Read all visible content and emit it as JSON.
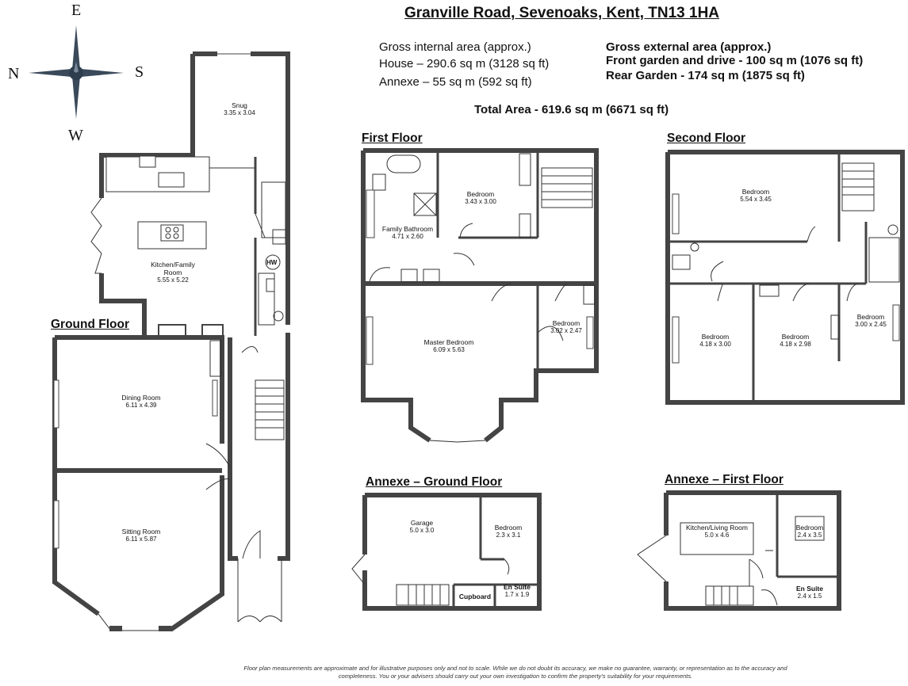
{
  "title": "Granville Road, Sevenoaks, Kent, TN13 1HA",
  "compass": {
    "top": "E",
    "left": "N",
    "right": "S",
    "bottom": "W"
  },
  "areas": {
    "gross_internal": "Gross internal area (approx.)",
    "house": "House – 290.6 sq m (3128 sq ft)",
    "annexe": "Annexe – 55 sq m (592 sq ft)",
    "gross_external": "Gross external area (approx.)",
    "front_garden": "Front garden and drive - 100 sq m (1076 sq ft)",
    "rear_garden": "Rear Garden - 174 sq m (1875 sq ft)",
    "total": "Total Area - 619.6 sq m (6671 sq ft)"
  },
  "floors": {
    "ground": "Ground Floor",
    "first": "First Floor",
    "second": "Second Floor",
    "annexe_ground": "Annexe – Ground Floor",
    "annexe_first": "Annexe – First Floor"
  },
  "rooms": {
    "snug": {
      "name": "Snug",
      "dims": "3.35 x 3.04"
    },
    "kitchen": {
      "name": "Kitchen/Family",
      "name2": "Room",
      "dims": "5.55 x 5.22"
    },
    "hw": "HW",
    "dining": {
      "name": "Dining Room",
      "dims": "6.11 x 4.39"
    },
    "sitting": {
      "name": "Sitting Room",
      "dims": "6.11 x 5.87"
    },
    "family_bath": {
      "name": "Family Bathroom",
      "dims": "4.71 x 2.60"
    },
    "ff_bed1": {
      "name": "Bedroom",
      "dims": "3.43 x 3.00"
    },
    "master": {
      "name": "Master Bedroom",
      "dims": "6.09 x 5.63"
    },
    "ff_bed2": {
      "name": "Bedroom",
      "dims": "3.02 x 2.47"
    },
    "sf_bed1": {
      "name": "Bedroom",
      "dims": "5.54 x 3.45"
    },
    "sf_bed2": {
      "name": "Bedroom",
      "dims": "4.18 x 3.00"
    },
    "sf_bed3": {
      "name": "Bedroom",
      "dims": "4.18 x 2.98"
    },
    "sf_bed4": {
      "name": "Bedroom",
      "dims": "3.00 x 2.45"
    },
    "garage": {
      "name": "Garage",
      "dims": "5.0 x 3.0"
    },
    "ag_bed": {
      "name": "Bedroom",
      "dims": "2.3 x 3.1"
    },
    "cupboard": {
      "name": "Cupboard"
    },
    "ag_ensuite": {
      "name": "En Suite",
      "dims": "1.7 x 1.9"
    },
    "af_kitchen": {
      "name": "Kitchen/Living Room",
      "dims": "5.0 x 4.6"
    },
    "af_bed": {
      "name": "Bedroom",
      "dims": "2.4 x 3.5"
    },
    "af_ensuite": {
      "name": "En Suite",
      "dims": "2.4 x 1.5"
    }
  },
  "disclaimer": {
    "line1": "Floor plan measurements are approximate and for illustrative purposes only and not to scale. While we do not doubt its accuracy, we make no guarantee, warranty, or representation as to the accuracy and",
    "line2": "completeness. You or your advisers should carry out your own investigation to confirm the property's suitability for your requirements."
  }
}
